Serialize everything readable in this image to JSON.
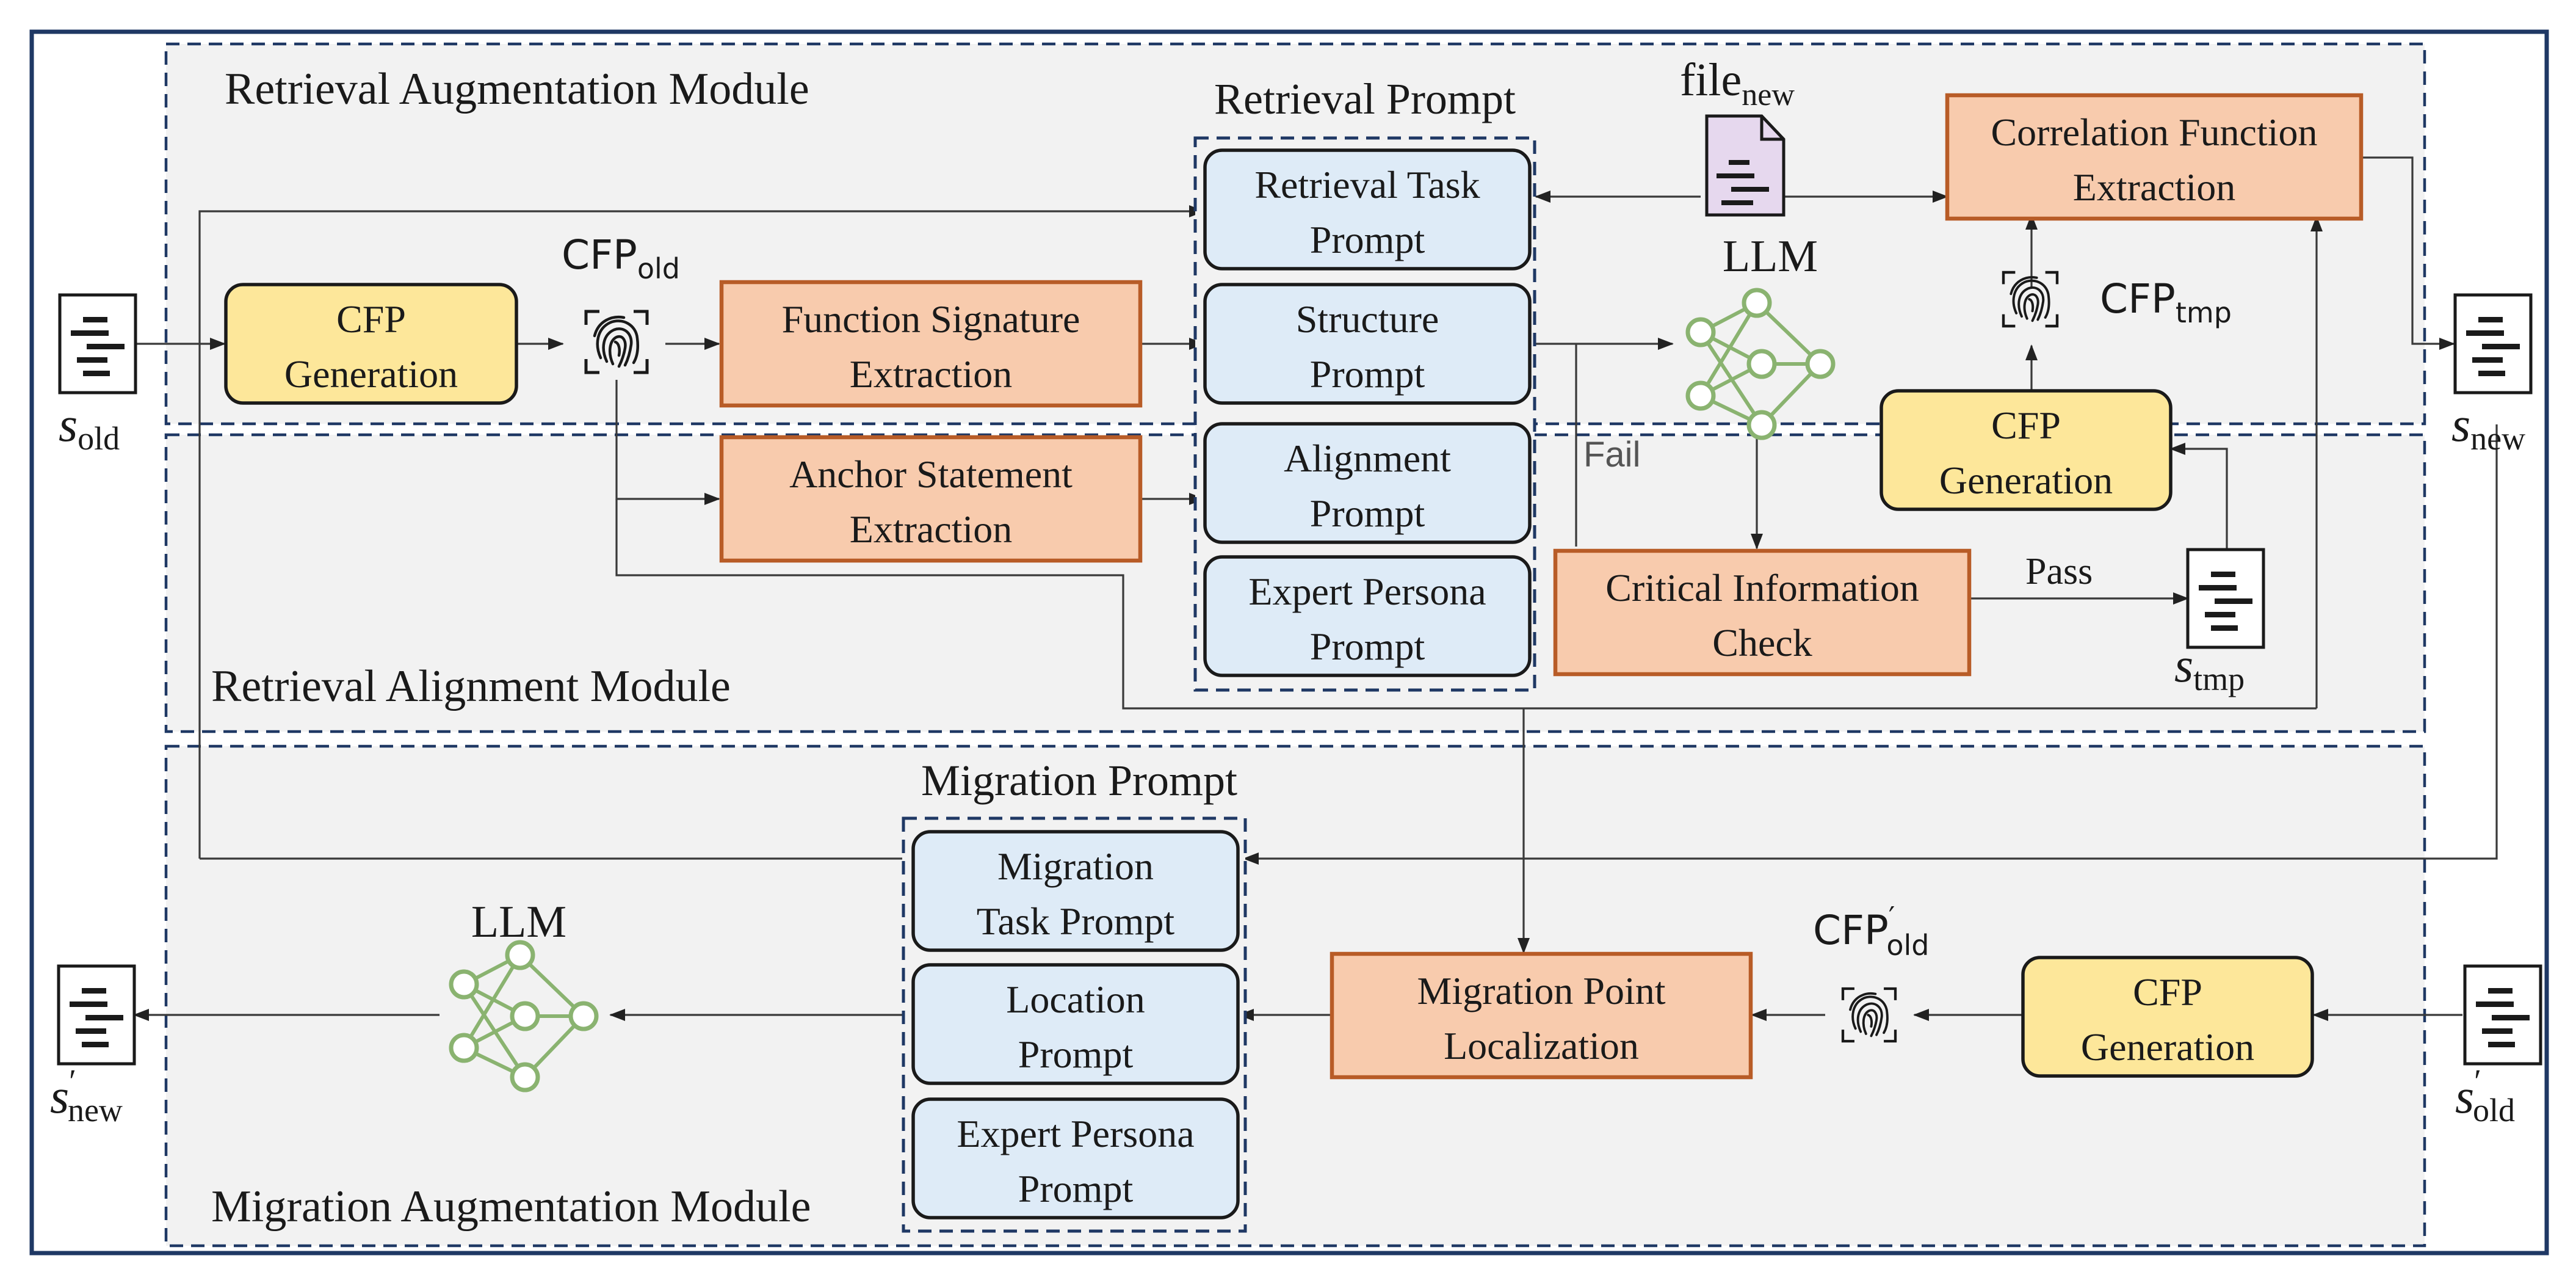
{
  "modules": {
    "retrieval_augmentation": "Retrieval Augmentation Module",
    "retrieval_alignment": "Retrieval Alignment Module",
    "migration_augmentation": "Migration Augmentation Module"
  },
  "prompt_groups": {
    "retrieval": {
      "title": "Retrieval Prompt",
      "items": [
        {
          "line1": "Retrieval Task",
          "line2": "Prompt"
        },
        {
          "line1": "Structure",
          "line2": "Prompt"
        },
        {
          "line1": "Alignment",
          "line2": "Prompt"
        },
        {
          "line1": "Expert Persona",
          "line2": "Prompt"
        }
      ]
    },
    "migration": {
      "title": "Migration Prompt",
      "items": [
        {
          "line1": "Migration",
          "line2": "Task Prompt"
        },
        {
          "line1": "Location",
          "line2": "Prompt"
        },
        {
          "line1": "Expert Persona",
          "line2": "Prompt"
        }
      ]
    }
  },
  "process_boxes": {
    "cfp_generation_old": {
      "line1": "CFP",
      "line2": "Generation"
    },
    "function_signature": {
      "line1": "Function Signature",
      "line2": "Extraction"
    },
    "anchor_statement": {
      "line1": "Anchor Statement",
      "line2": "Extraction"
    },
    "critical_info_check": {
      "line1": "Critical Information",
      "line2": "Check"
    },
    "cfp_generation_tmp": {
      "line1": "CFP",
      "line2": "Generation"
    },
    "correlation_function": {
      "line1": "Correlation Function",
      "line2": "Extraction"
    },
    "migration_point": {
      "line1": "Migration Point",
      "line2": "Localization"
    },
    "cfp_generation_old_prime": {
      "line1": "CFP",
      "line2": "Generation"
    }
  },
  "fingerprints": {
    "old": {
      "base": "CFP",
      "sub": "old",
      "prime": ""
    },
    "tmp": {
      "base": "CFP",
      "sub": "tmp",
      "prime": ""
    },
    "old_prime": {
      "base": "CFP",
      "sub": "old",
      "prime": "′"
    }
  },
  "llm_labels": {
    "upper": "LLM",
    "lower": "LLM"
  },
  "file_new": {
    "base": "file",
    "sub": "new"
  },
  "snippets": {
    "s_old": {
      "base": "s",
      "sub": "old",
      "prime": ""
    },
    "s_new": {
      "base": "s",
      "sub": "new",
      "prime": ""
    },
    "s_tmp": {
      "base": "s",
      "sub": "tmp",
      "prime": ""
    },
    "s_new_prime": {
      "base": "s",
      "sub": "new",
      "prime": "′"
    },
    "s_old_prime": {
      "base": "s",
      "sub": "old",
      "prime": "′"
    }
  },
  "edge_labels": {
    "fail": "Fail",
    "pass": "Pass"
  },
  "colors": {
    "process_yellow": "#fde79a",
    "process_orange": "#f8cbad",
    "prompt_blue": "#deebf7",
    "neural_green": "#8ab370",
    "frame_navy": "#1f3864",
    "file_purple": "#e6d8ee"
  }
}
